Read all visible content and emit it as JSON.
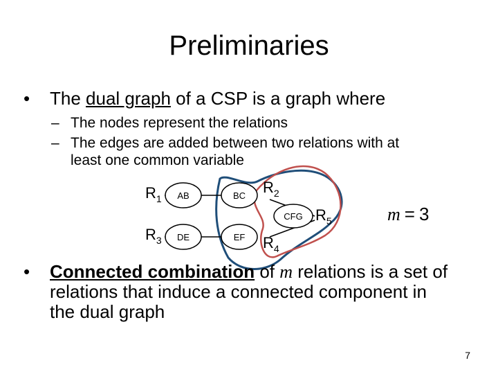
{
  "slide": {
    "title": "Preliminaries",
    "bullet1": {
      "pre": "The ",
      "term": "dual graph",
      "post": " of a CSP is a graph where"
    },
    "subbullets": [
      "The nodes represent the relations",
      "The edges are added between two relations with at",
      "least one common variable"
    ],
    "bullet2": {
      "term": "Connected combination",
      "post_line1_a": " of ",
      "m": "m",
      "post_line1_b": " relations is a set of",
      "line2": "relations that induce a connected component in",
      "line3": "the dual graph"
    },
    "page_number": "7"
  },
  "diagram": {
    "relations": {
      "r1": "R",
      "r1_sub": "1",
      "r2": "R",
      "r2_sub": "2",
      "r3": "R",
      "r3_sub": "3",
      "r4": "R",
      "r4_sub": "4",
      "r5": "R",
      "r5_sub": "5"
    },
    "edge_labels": {
      "ab": "AB",
      "bc": "BC",
      "cfg": "CFG",
      "de": "DE",
      "ef": "EF"
    },
    "equation": {
      "var": "m",
      "eq": "=",
      "val": "3"
    },
    "colors": {
      "red_region": "#c0504d",
      "blue_region": "#1f4e79"
    }
  }
}
